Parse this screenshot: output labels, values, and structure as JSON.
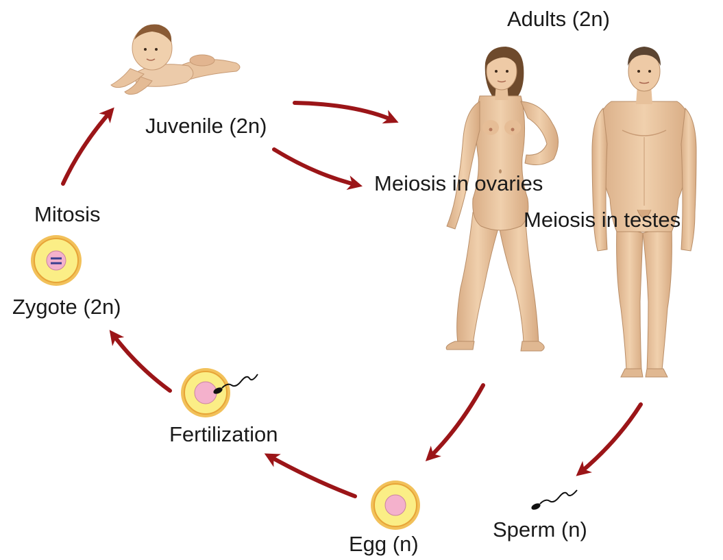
{
  "diagram": {
    "labels": {
      "adults": "Adults (2n)",
      "juvenile": "Juvenile (2n)",
      "meiosis_ovaries": "Meiosis in ovaries",
      "meiosis_testes": "Meiosis in testes",
      "mitosis": "Mitosis",
      "zygote": "Zygote (2n)",
      "fertilization": "Fertilization",
      "egg": "Egg (n)",
      "sperm": "Sperm (n)"
    },
    "colors": {
      "arrow": "#9b1518",
      "cell_outer": "#f2c15a",
      "cell_membrane": "#e7a437",
      "cell_inner": "#fbee86",
      "nucleus": "#f4b1cc",
      "skin": "#e8c39d",
      "skin_shadow": "#c79a74",
      "hair_female": "#6e4a2c",
      "hair_male": "#5b4431",
      "hair_baby": "#8a5b35"
    }
  }
}
